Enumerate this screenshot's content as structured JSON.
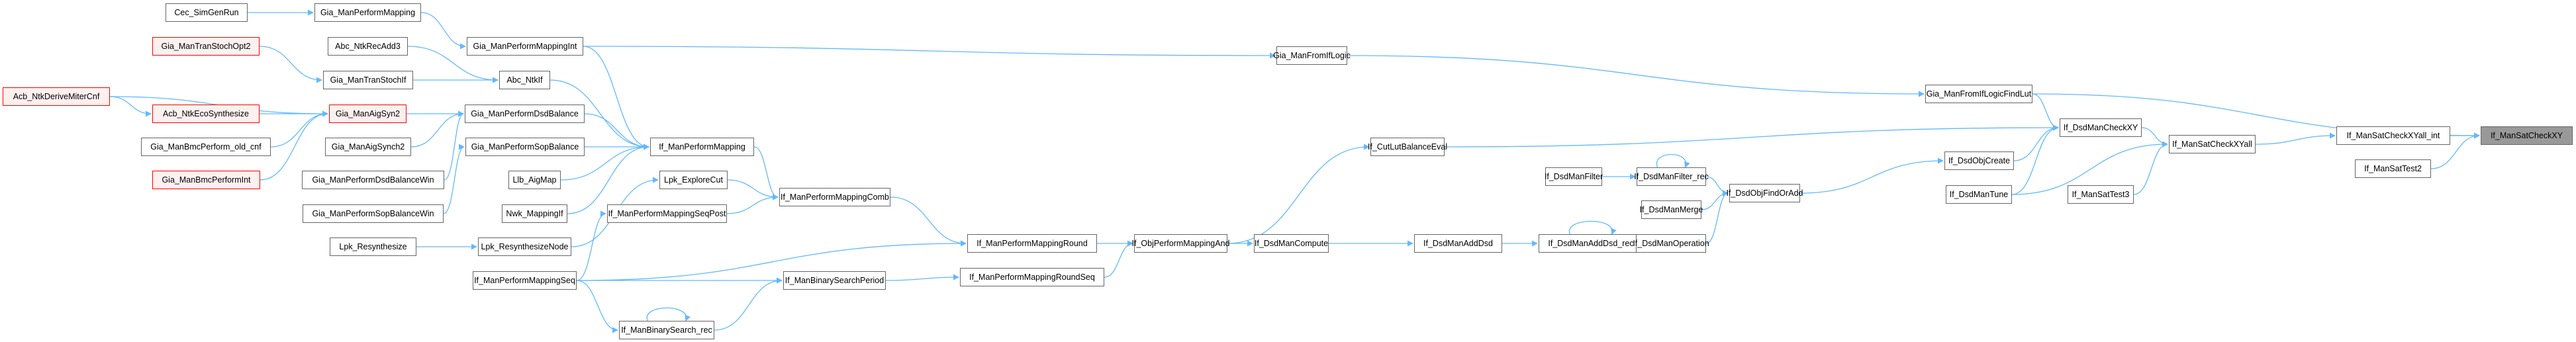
{
  "colors": {
    "edge": "#63b8ff",
    "node_border": "#666666",
    "red_border": "#ff0000",
    "red_fill": "#fff0f0",
    "focus_fill": "#999999"
  },
  "nodes": [
    {
      "id": "n0",
      "label": "Cec_SimGenRun",
      "style": "normal"
    },
    {
      "id": "n1",
      "label": "Gia_ManPerformMapping",
      "style": "normal"
    },
    {
      "id": "n2",
      "label": "Gia_ManTranStochOpt2",
      "style": "red"
    },
    {
      "id": "n3",
      "label": "Abc_NtkRecAdd3",
      "style": "normal"
    },
    {
      "id": "n4",
      "label": "Gia_ManPerformMappingInt",
      "style": "normal"
    },
    {
      "id": "n5",
      "label": "Gia_ManTranStochIf",
      "style": "normal"
    },
    {
      "id": "n6",
      "label": "Abc_NtkIf",
      "style": "normal"
    },
    {
      "id": "n7",
      "label": "Acb_NtkDeriveMiterCnf",
      "style": "red"
    },
    {
      "id": "n8",
      "label": "Acb_NtkEcoSynthesize",
      "style": "red"
    },
    {
      "id": "n9",
      "label": "Gia_ManAigSyn2",
      "style": "red"
    },
    {
      "id": "n10",
      "label": "Gia_ManPerformDsdBalance",
      "style": "normal"
    },
    {
      "id": "n11",
      "label": "Gia_ManBmcPerform_old_cnf",
      "style": "normal"
    },
    {
      "id": "n12",
      "label": "Gia_ManAigSynch2",
      "style": "normal"
    },
    {
      "id": "n13",
      "label": "Gia_ManPerformSopBalance",
      "style": "normal"
    },
    {
      "id": "n14",
      "label": "Gia_ManBmcPerformInt",
      "style": "red"
    },
    {
      "id": "n15",
      "label": "Gia_ManPerformDsdBalanceWin",
      "style": "normal"
    },
    {
      "id": "n16",
      "label": "Gia_ManPerformSopBalanceWin",
      "style": "normal"
    },
    {
      "id": "n17",
      "label": "Llb_AigMap",
      "style": "normal"
    },
    {
      "id": "n18",
      "label": "Nwk_MappingIf",
      "style": "normal"
    },
    {
      "id": "n19",
      "label": "If_ManPerformMapping",
      "style": "normal"
    },
    {
      "id": "n20",
      "label": "Lpk_ExploreCut",
      "style": "normal"
    },
    {
      "id": "n21",
      "label": "If_ManPerformMappingSeqPost",
      "style": "normal"
    },
    {
      "id": "n22",
      "label": "Lpk_Resynthesize",
      "style": "normal"
    },
    {
      "id": "n23",
      "label": "Lpk_ResynthesizeNode",
      "style": "normal"
    },
    {
      "id": "n24",
      "label": "If_ManPerformMappingComb",
      "style": "normal"
    },
    {
      "id": "n25",
      "label": "If_ManPerformMappingSeq",
      "style": "normal"
    },
    {
      "id": "n26",
      "label": "If_ManBinarySearchPeriod",
      "style": "normal"
    },
    {
      "id": "n27",
      "label": "If_ManBinarySearch_rec",
      "style": "normal"
    },
    {
      "id": "n28",
      "label": "If_ManPerformMappingRound",
      "style": "normal"
    },
    {
      "id": "n29",
      "label": "If_ManPerformMappingRoundSeq",
      "style": "normal"
    },
    {
      "id": "n30",
      "label": "If_ObjPerformMappingAnd",
      "style": "normal"
    },
    {
      "id": "n31",
      "label": "Gia_ManFromIfLogic",
      "style": "normal"
    },
    {
      "id": "n32",
      "label": "If_CutLutBalanceEval",
      "style": "normal"
    },
    {
      "id": "n33",
      "label": "If_DsdManCompute",
      "style": "normal"
    },
    {
      "id": "n34",
      "label": "If_DsdManAddDsd",
      "style": "normal"
    },
    {
      "id": "n35",
      "label": "If_DsdManAddDsd_rec",
      "style": "normal"
    },
    {
      "id": "n36",
      "label": "If_DsdManFilter",
      "style": "normal"
    },
    {
      "id": "n37",
      "label": "If_DsdManFilter_rec",
      "style": "normal"
    },
    {
      "id": "n38",
      "label": "If_DsdManMerge",
      "style": "normal"
    },
    {
      "id": "n39",
      "label": "If_DsdManOperation",
      "style": "normal"
    },
    {
      "id": "n40",
      "label": "If_DsdObjFindOrAdd",
      "style": "normal"
    },
    {
      "id": "n41",
      "label": "Gia_ManFromIfLogicFindLut",
      "style": "normal"
    },
    {
      "id": "n42",
      "label": "If_DsdObjCreate",
      "style": "normal"
    },
    {
      "id": "n43",
      "label": "If_DsdManTune",
      "style": "normal"
    },
    {
      "id": "n44",
      "label": "If_DsdManCheckXY",
      "style": "normal"
    },
    {
      "id": "n45",
      "label": "If_ManSatTest3",
      "style": "normal"
    },
    {
      "id": "n46",
      "label": "If_ManSatCheckXYall",
      "style": "normal"
    },
    {
      "id": "n47",
      "label": "If_ManSatCheckXYall_int",
      "style": "normal"
    },
    {
      "id": "n48",
      "label": "If_ManSatTest2",
      "style": "normal"
    },
    {
      "id": "n49",
      "label": "If_ManSatCheckXY",
      "style": "focus"
    }
  ],
  "edges": [
    [
      "n0",
      "n1"
    ],
    [
      "n1",
      "n4"
    ],
    [
      "n2",
      "n5"
    ],
    [
      "n3",
      "n6"
    ],
    [
      "n5",
      "n6"
    ],
    [
      "n7",
      "n9"
    ],
    [
      "n7",
      "n8"
    ],
    [
      "n8",
      "n9"
    ],
    [
      "n11",
      "n9"
    ],
    [
      "n14",
      "n9"
    ],
    [
      "n9",
      "n10"
    ],
    [
      "n12",
      "n10"
    ],
    [
      "n15",
      "n10"
    ],
    [
      "n16",
      "n13"
    ],
    [
      "n4",
      "n31"
    ],
    [
      "n4",
      "n19"
    ],
    [
      "n6",
      "n19"
    ],
    [
      "n10",
      "n19"
    ],
    [
      "n13",
      "n19"
    ],
    [
      "n17",
      "n19"
    ],
    [
      "n18",
      "n19"
    ],
    [
      "n22",
      "n23"
    ],
    [
      "n23",
      "n20"
    ],
    [
      "n25",
      "n21"
    ],
    [
      "n19",
      "n24"
    ],
    [
      "n20",
      "n24"
    ],
    [
      "n21",
      "n24"
    ],
    [
      "n24",
      "n28"
    ],
    [
      "n25",
      "n28"
    ],
    [
      "n25",
      "n26"
    ],
    [
      "n25",
      "n27"
    ],
    [
      "n27",
      "n27"
    ],
    [
      "n27",
      "n26"
    ],
    [
      "n26",
      "n29"
    ],
    [
      "n28",
      "n30"
    ],
    [
      "n29",
      "n30"
    ],
    [
      "n30",
      "n32"
    ],
    [
      "n30",
      "n33"
    ],
    [
      "n33",
      "n34"
    ],
    [
      "n34",
      "n35"
    ],
    [
      "n35",
      "n35"
    ],
    [
      "n35",
      "n39"
    ],
    [
      "n36",
      "n37"
    ],
    [
      "n37",
      "n37"
    ],
    [
      "n37",
      "n40"
    ],
    [
      "n38",
      "n40"
    ],
    [
      "n39",
      "n40"
    ],
    [
      "n40",
      "n42"
    ],
    [
      "n31",
      "n41"
    ],
    [
      "n41",
      "n44"
    ],
    [
      "n32",
      "n44"
    ],
    [
      "n42",
      "n44"
    ],
    [
      "n43",
      "n44"
    ],
    [
      "n44",
      "n46"
    ],
    [
      "n43",
      "n46"
    ],
    [
      "n45",
      "n46"
    ],
    [
      "n46",
      "n47"
    ],
    [
      "n47",
      "n49"
    ],
    [
      "n48",
      "n49"
    ],
    [
      "n41",
      "n49"
    ]
  ]
}
